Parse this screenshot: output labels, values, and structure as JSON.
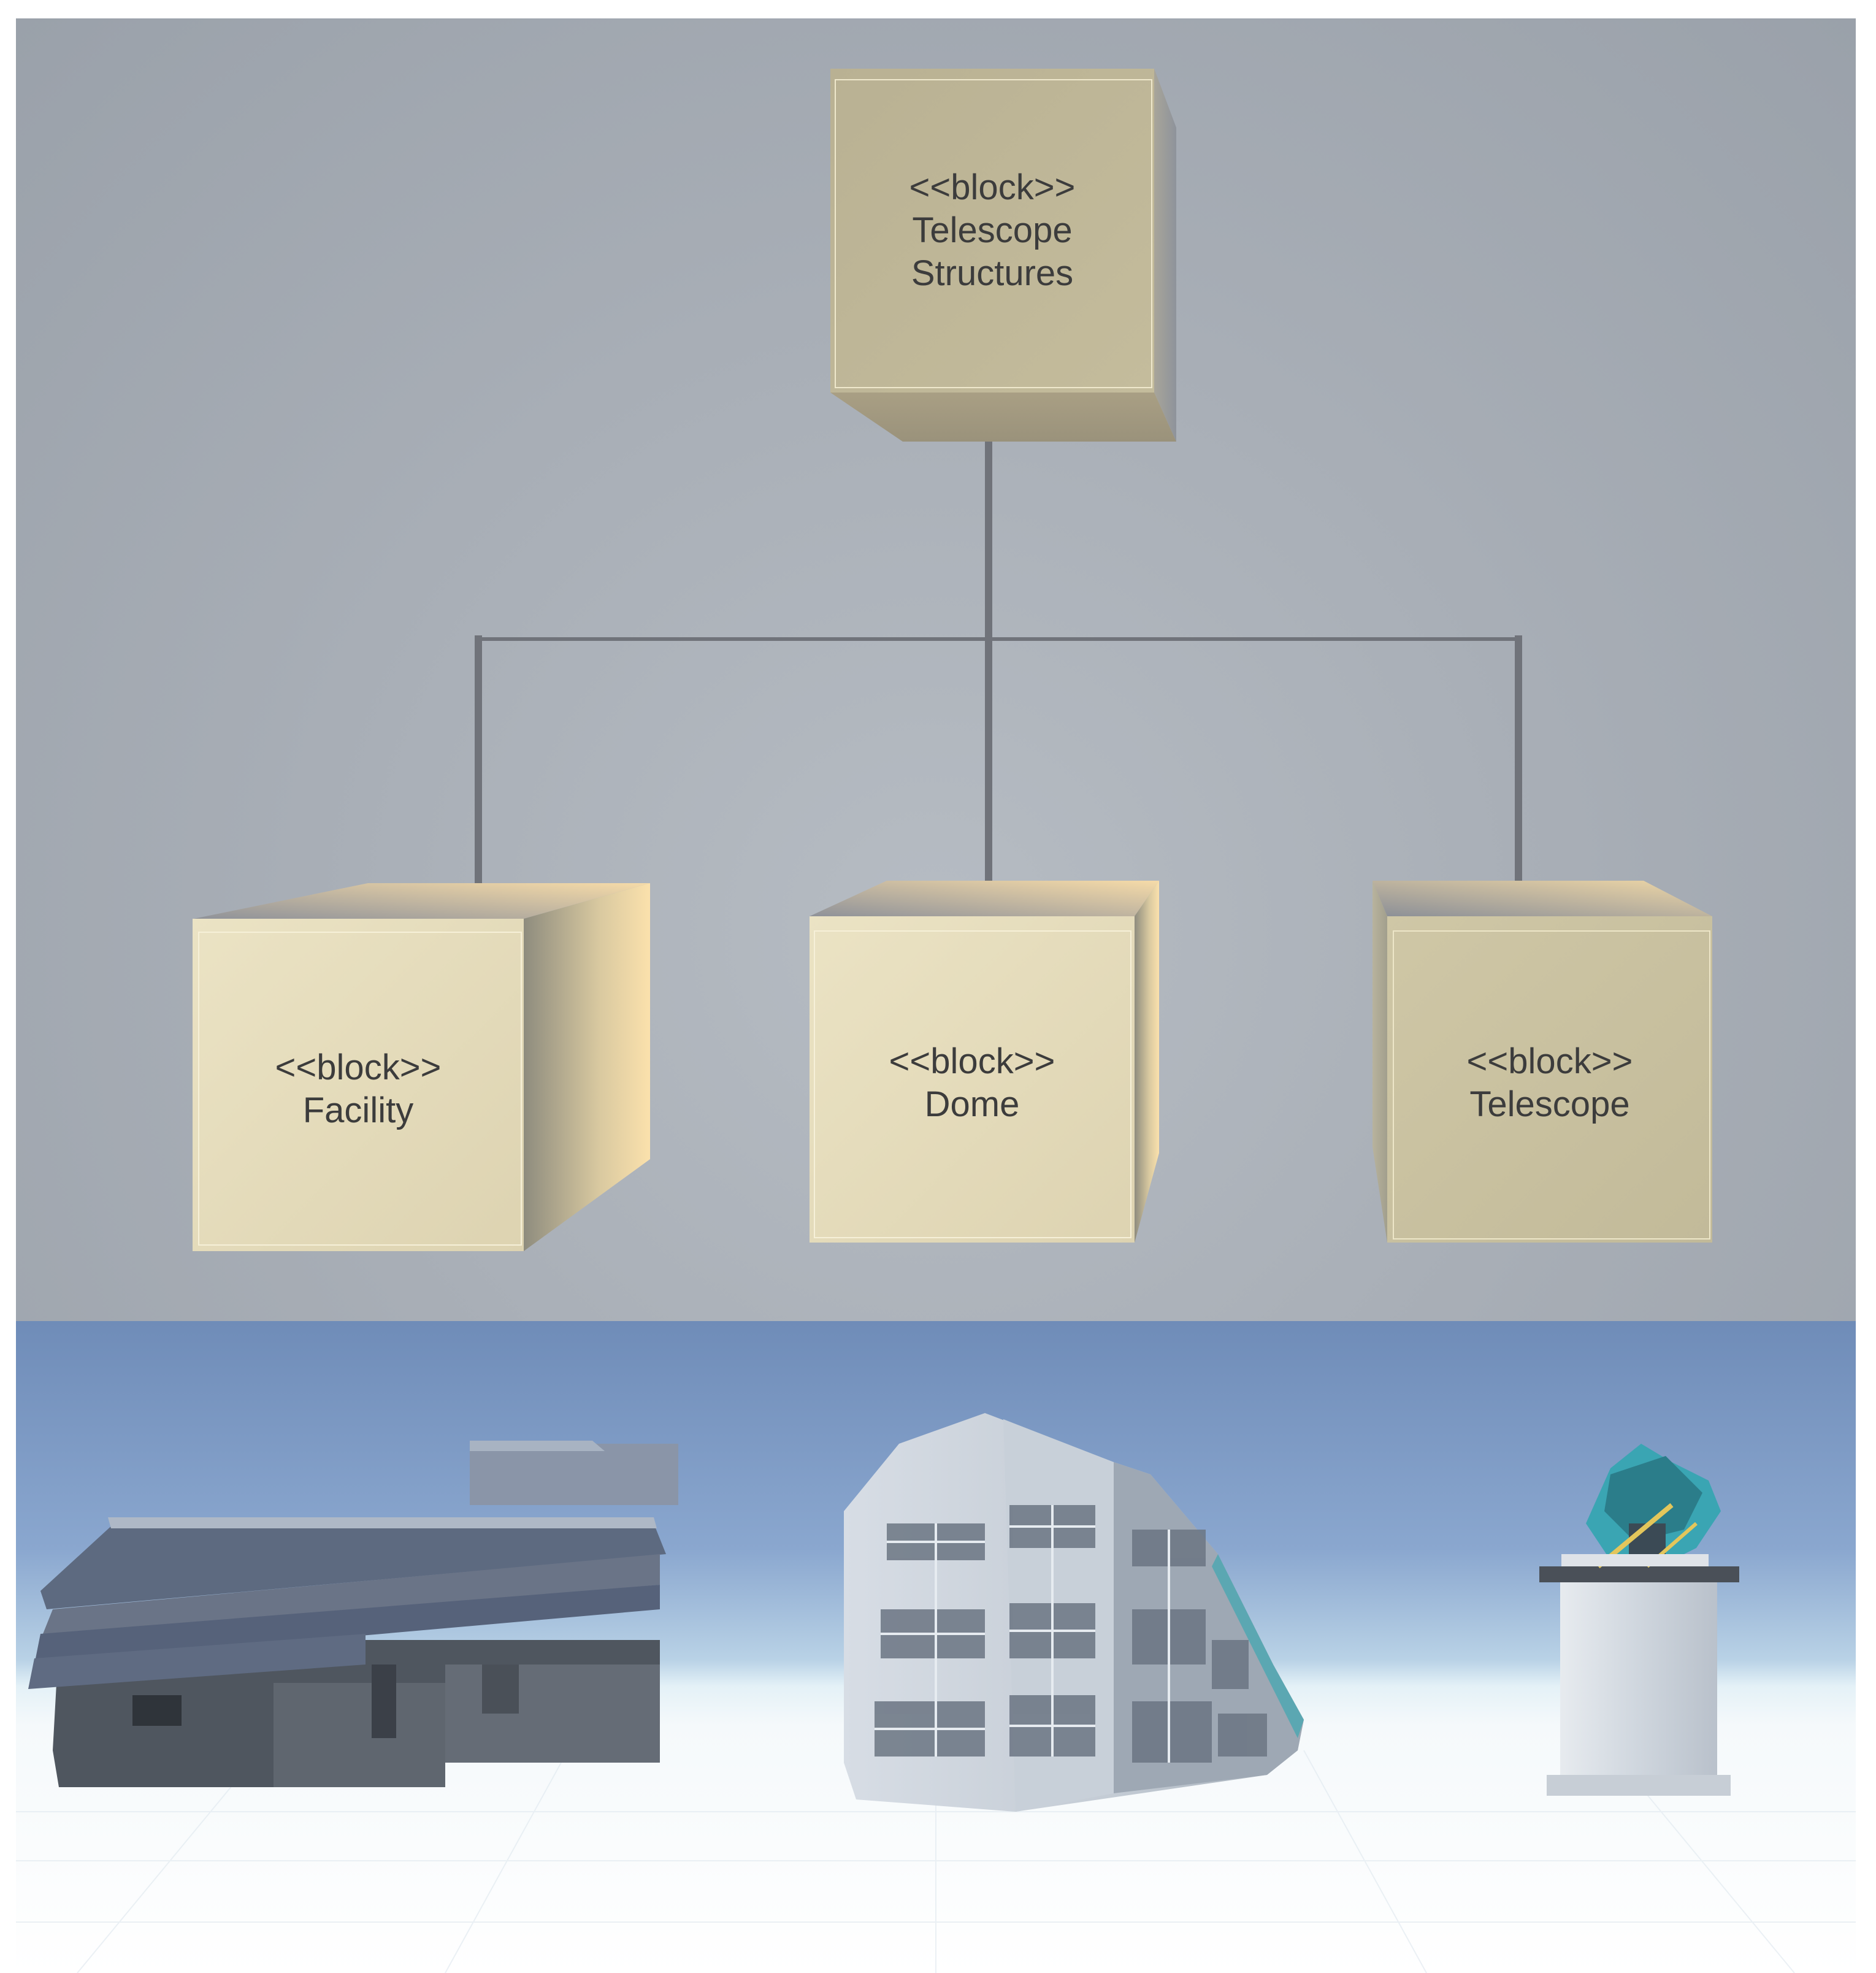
{
  "diagram": {
    "root": {
      "stereotype": "<<block>>",
      "name_line1": "Telescope",
      "name_line2": "Structures"
    },
    "children": [
      {
        "stereotype": "<<block>>",
        "name": "Facility"
      },
      {
        "stereotype": "<<block>>",
        "name": "Dome"
      },
      {
        "stereotype": "<<block>>",
        "name": "Telescope"
      }
    ]
  },
  "colors": {
    "diagram_background": "#a9afb7",
    "block_face": "#e4dcbb",
    "block_face_dark": "#bfb896",
    "block_side": "#fbe3ad",
    "connector": "#6e7178",
    "sky_top": "#7290ba",
    "sky_horizon": "#dceef7",
    "ground": "#f4f8fb"
  },
  "scene": {
    "models": [
      "facility-building",
      "dome-building",
      "telescope-on-pier"
    ]
  }
}
